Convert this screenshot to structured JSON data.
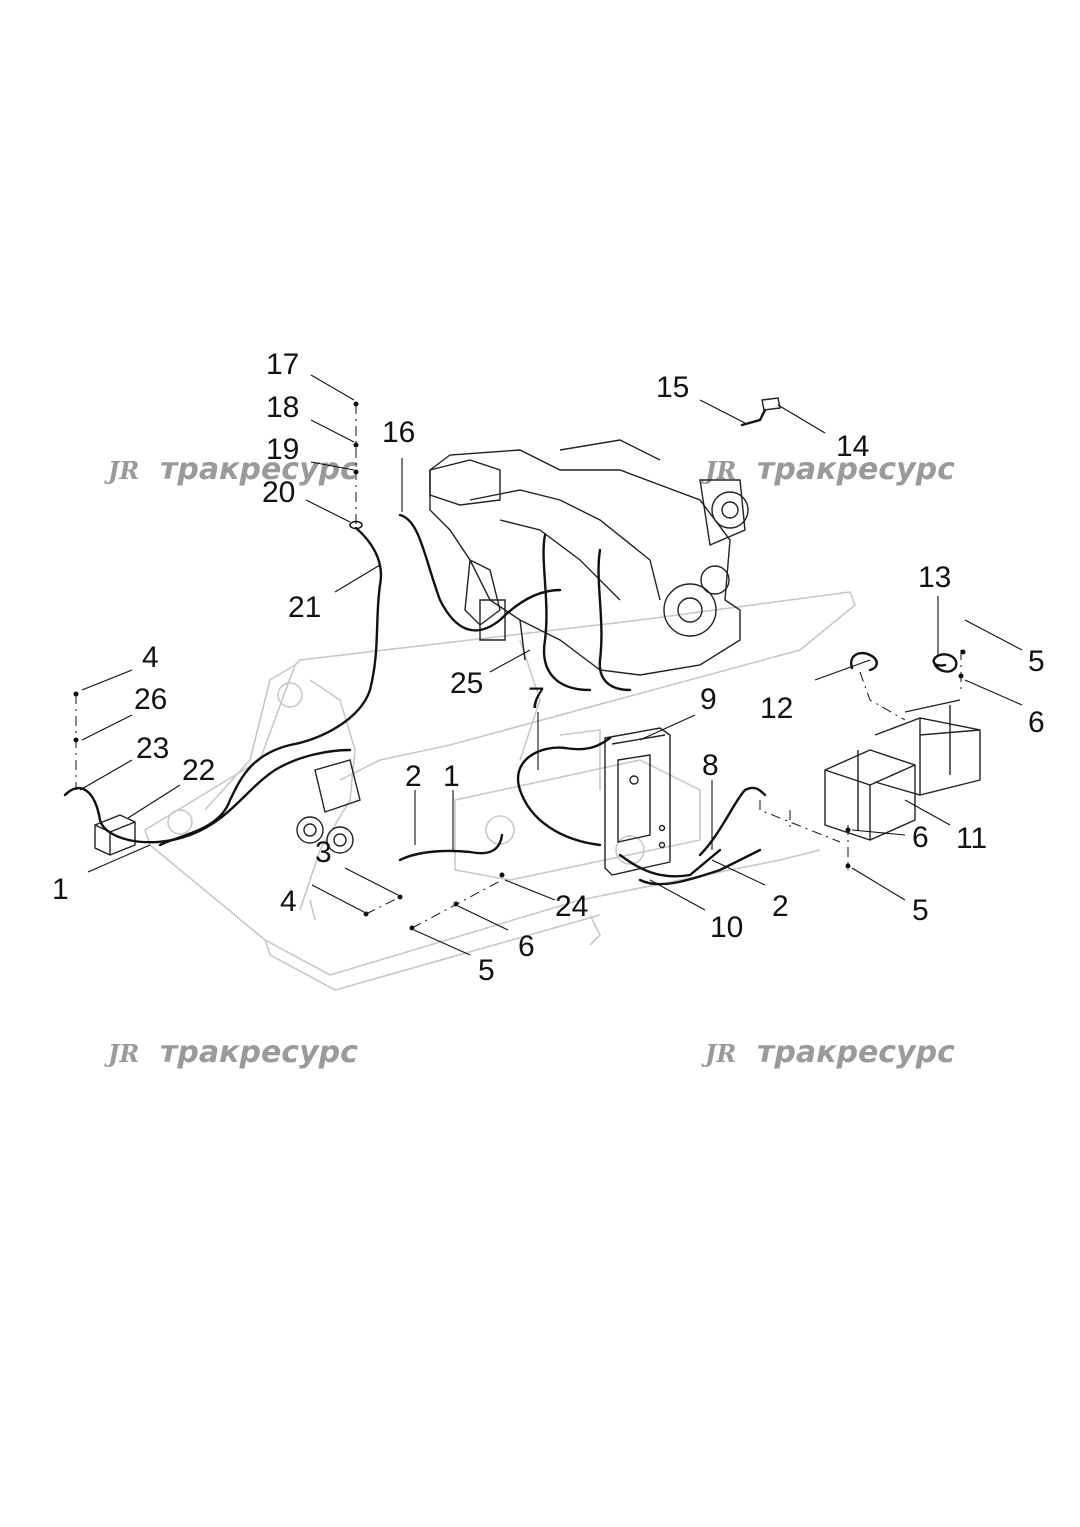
{
  "watermarks": [
    {
      "logo": "JR",
      "text": "тракресурс"
    },
    {
      "logo": "JR",
      "text": "тракресурс"
    },
    {
      "logo": "JR",
      "text": "тракресурс"
    },
    {
      "logo": "JR",
      "text": "тракресурс"
    }
  ],
  "callouts": [
    {
      "label": "17"
    },
    {
      "label": "18"
    },
    {
      "label": "19"
    },
    {
      "label": "20"
    },
    {
      "label": "16"
    },
    {
      "label": "15"
    },
    {
      "label": "14"
    },
    {
      "label": "21"
    },
    {
      "label": "13"
    },
    {
      "label": "5"
    },
    {
      "label": "4"
    },
    {
      "label": "25"
    },
    {
      "label": "26"
    },
    {
      "label": "7"
    },
    {
      "label": "9"
    },
    {
      "label": "12"
    },
    {
      "label": "6"
    },
    {
      "label": "23"
    },
    {
      "label": "22"
    },
    {
      "label": "2"
    },
    {
      "label": "1"
    },
    {
      "label": "8"
    },
    {
      "label": "3"
    },
    {
      "label": "11"
    },
    {
      "label": "1"
    },
    {
      "label": "4"
    },
    {
      "label": "24"
    },
    {
      "label": "2"
    },
    {
      "label": "6"
    },
    {
      "label": "5"
    },
    {
      "label": "10"
    },
    {
      "label": "6"
    },
    {
      "label": "5"
    }
  ]
}
